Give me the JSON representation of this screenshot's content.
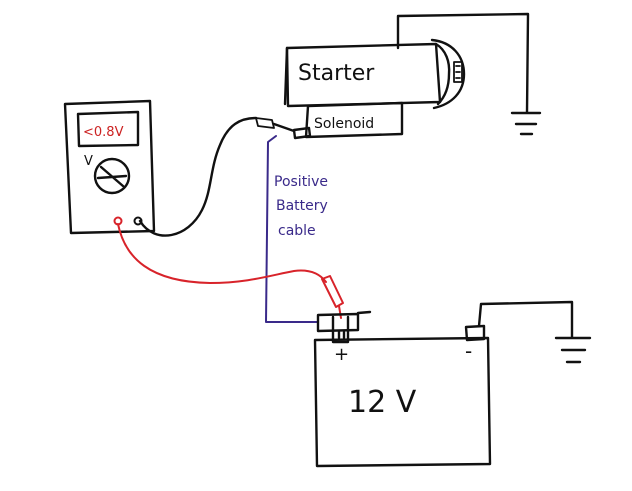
{
  "diagram": {
    "starter_label": "Starter",
    "solenoid_label": "Solenoid",
    "meter_reading": "<0.8V",
    "meter_mode": "V",
    "cable_label_line1": "Positive",
    "cable_label_line2": "Battery",
    "cable_label_line3": "cable",
    "battery_label": "12 V",
    "battery_positive": "+",
    "battery_negative": "-",
    "colors": {
      "ink": "#111111",
      "probe_red": "#d8232a",
      "cable_purple": "#3a2a8a",
      "reading_red": "#cc2222"
    }
  }
}
